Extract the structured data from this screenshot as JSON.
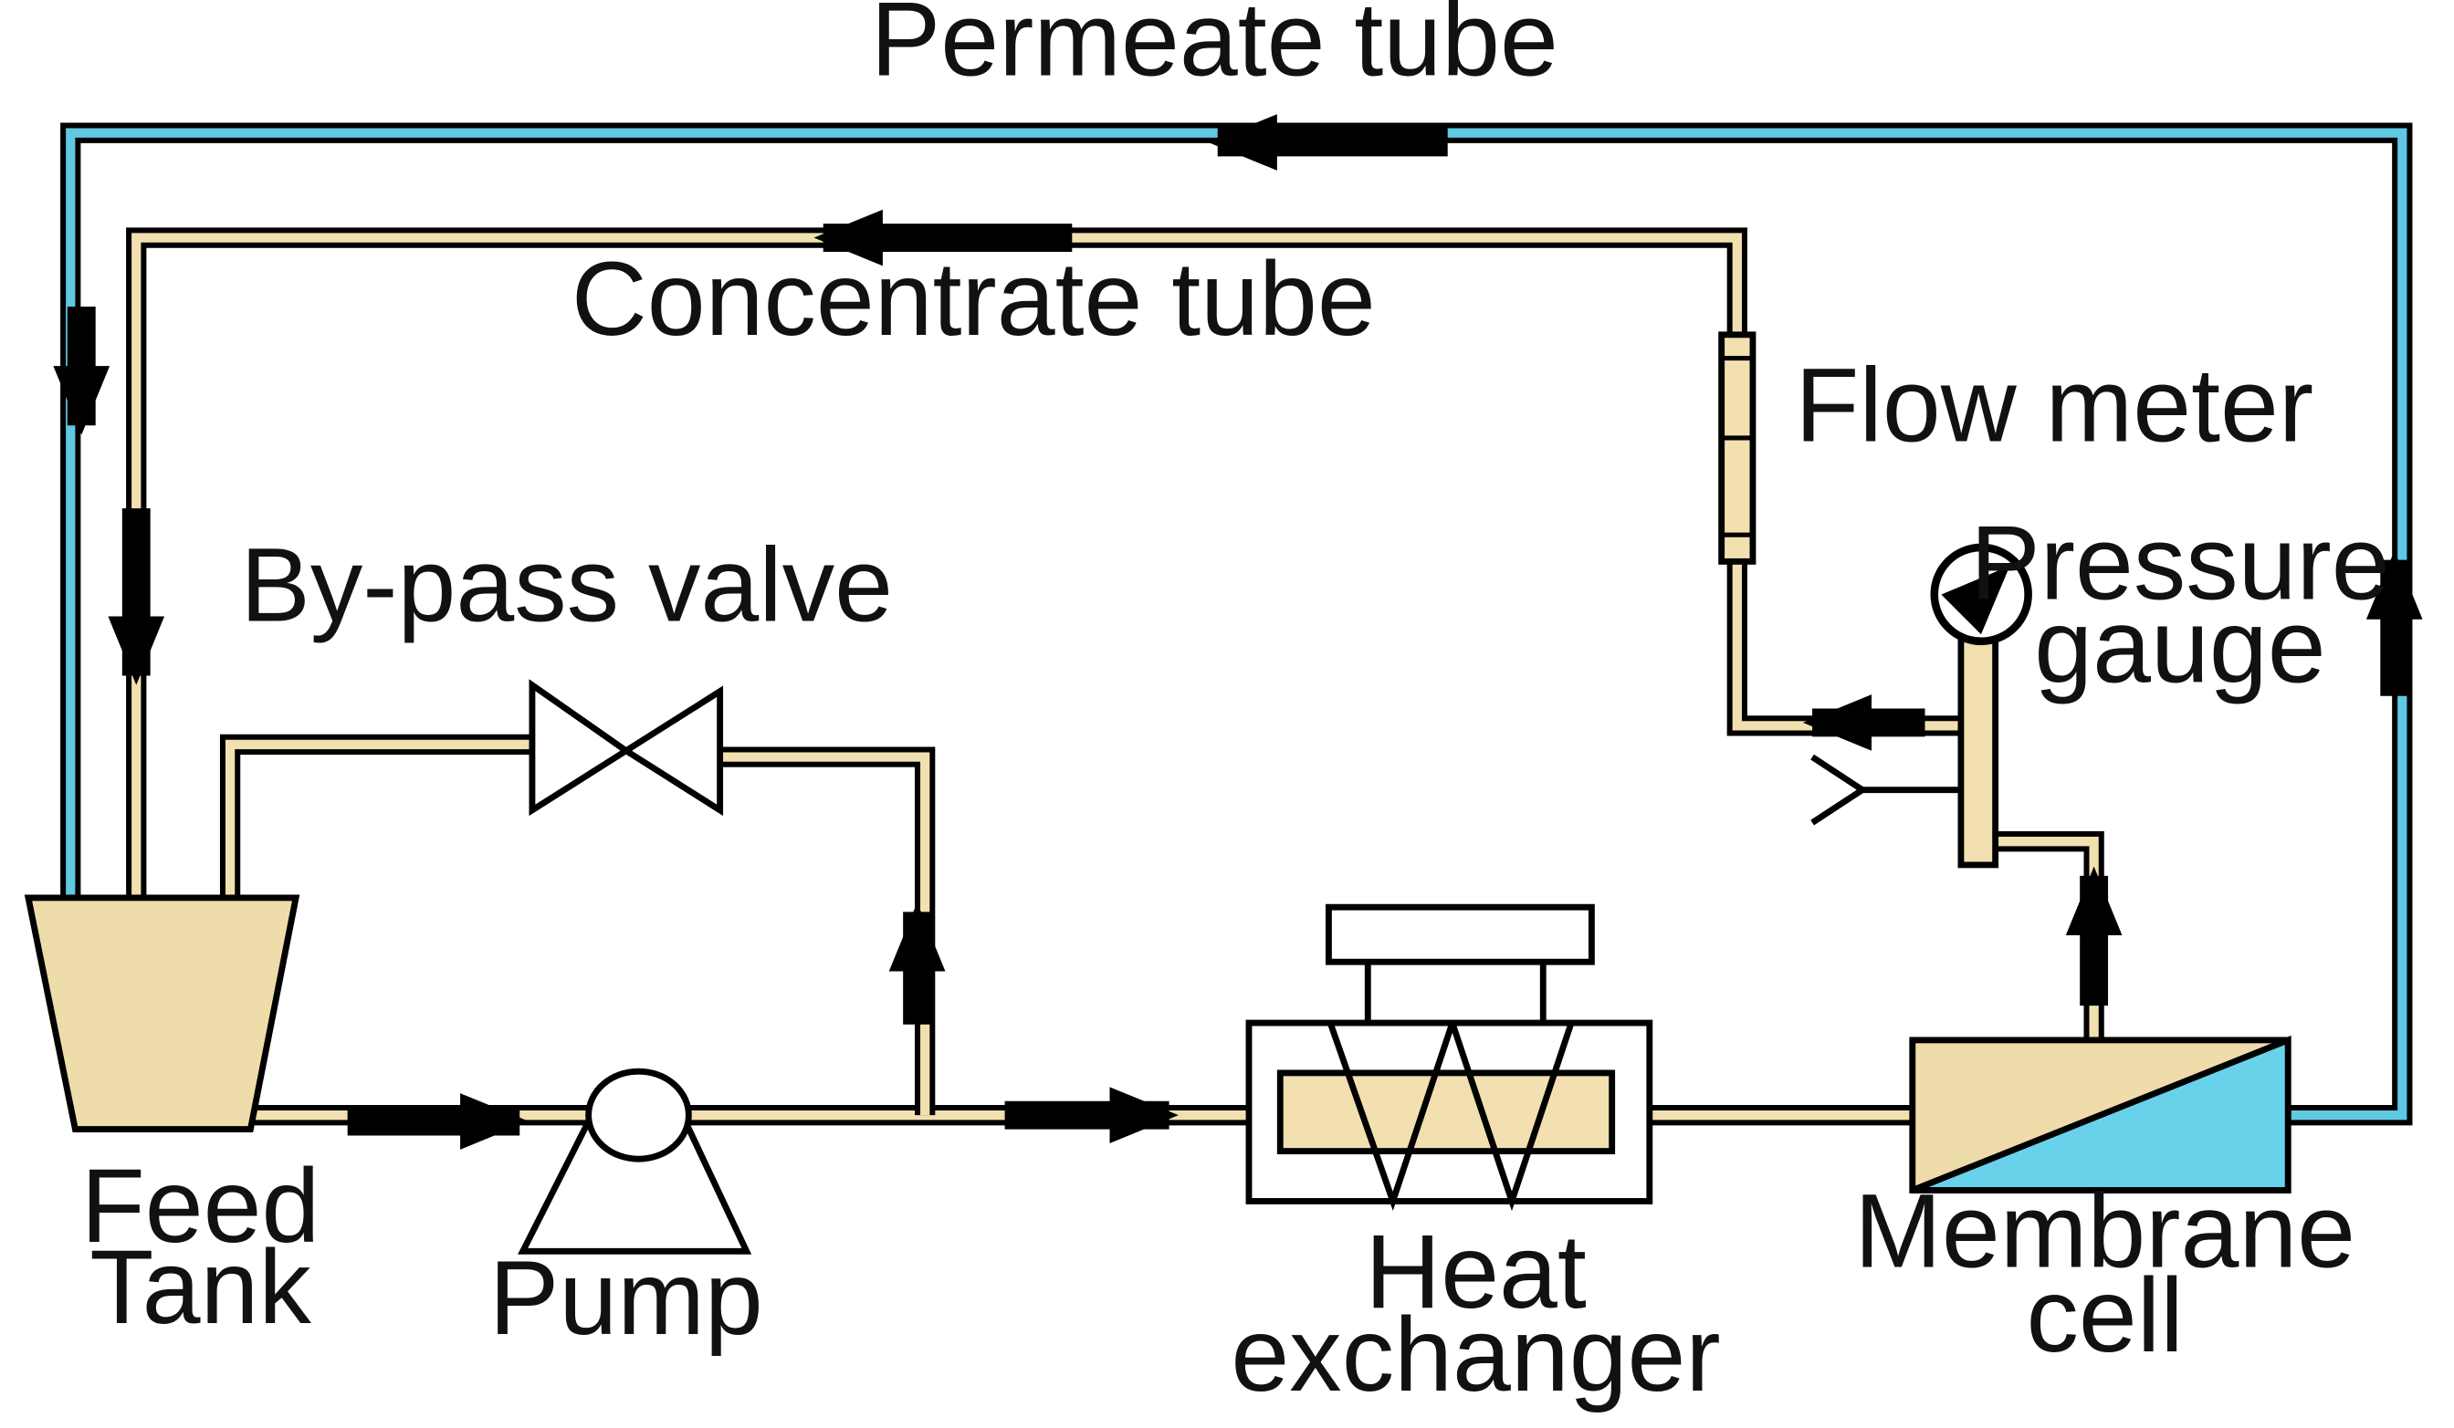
{
  "labels": {
    "permeate_tube": "Permeate tube",
    "concentrate_tube": "Concentrate tube",
    "flow_meter": "Flow meter",
    "pressure_gauge_line1": "Pressure",
    "pressure_gauge_line2": "gauge",
    "bypass_valve": "By-pass valve",
    "feed_tank_line1": "Feed",
    "feed_tank_line2": "Tank",
    "pump": "Pump",
    "heat_exchanger_line1": "Heat",
    "heat_exchanger_line2": "exchanger",
    "membrane_cell_line1": "Membrane",
    "membrane_cell_line2": "cell"
  },
  "colors": {
    "permeate": "#5fc8e2",
    "concentrate": "#f2e0b0",
    "tank_fill": "#efdcab",
    "outline": "#000000"
  }
}
